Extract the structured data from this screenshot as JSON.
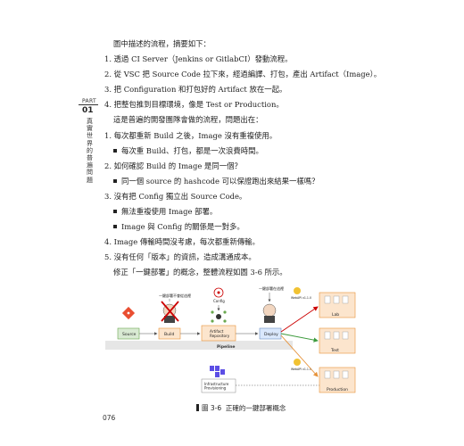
{
  "sidebar": {
    "part_label": "PART",
    "part_number": "01",
    "title": "真實世界的普遍問題"
  },
  "intro": "圖中描述的流程，摘要如下：",
  "steps": [
    "1. 透過 CI Server（Jenkins or GitlabCI）發動流程。",
    "2. 從 VSC 把 Source Code 拉下來，經過編譯、打包，產出 Artifact（Image）。",
    "3. 把 Configuration 和打包好的 Artifact 放在一起。",
    "4. 把整包推到目標環境，像是 Test or Production。"
  ],
  "problem_intro": "這是普遍的開發團隊會做的流程，問題出在：",
  "problems": [
    {
      "text": "1. 每次都重新 Build 之後，Image 沒有重複使用。",
      "subs": [
        "每次重 Build、打包，都是一次浪費時間。"
      ]
    },
    {
      "text": "2. 如何確認 Build 的 Image 是同一個？",
      "subs": [
        "同一個 source 的 hashcode 可以保證跑出來結果一樣嗎？"
      ]
    },
    {
      "text": "3. 沒有把 Config 獨立出 Source Code。",
      "subs": [
        "無法重複使用 Image 部署。",
        "Image 與 Config 的關係是一對多。"
      ]
    },
    {
      "text": "4. Image 傳輸時間沒考慮，每次都重新傳輸。",
      "subs": []
    },
    {
      "text": "5. 沒有任何「版本」的資訊，造成溝通成本。",
      "subs": []
    }
  ],
  "conclusion": "修正「一鍵部署」的概念，整體流程如圖 3-6 所示。",
  "diagram": {
    "label_once_build": "一鍵部署不會從這裡",
    "label_once_deploy": "一鍵部署在這裡",
    "config_label": "Config",
    "source_label": "Source",
    "build_label": "Build",
    "artifact_label": "Artifact\nRepository",
    "deploy_label": "Deploy",
    "pipeline_label": "Pipeline",
    "infra_label": "Infrastructure\nProvisioning",
    "webapi_top": "WebAPI v1.1.0",
    "webapi_bottom": "WebAPI v1.1.0",
    "env_lab": "Lab",
    "env_test": "Test",
    "env_prod": "Production",
    "colors": {
      "source": "#d9ead3",
      "build": "#fce5cd",
      "artifact": "#fce5cd",
      "deploy": "#dae8fc",
      "env": "#fce5cd",
      "arrow_red": "#cc0000",
      "arrow_green": "#3c9a3c",
      "arrow_orange": "#e69138",
      "pipeline": "#e6e6e6"
    }
  },
  "caption": {
    "number": "圖 3-6",
    "text": "正確的一鍵部署概念"
  },
  "page_number": "076"
}
